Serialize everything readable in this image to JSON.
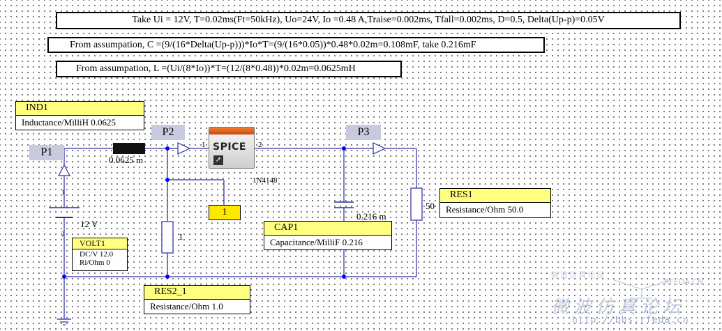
{
  "notes": {
    "line1": "Take Ui = 12V, T=0.02ms(Ft=50kHz), Uo=24V, Io =0.48 A,Traise=0.002ms, Tfall=0.002ms, D=0.5, Delta(Up-p)=0.05V",
    "line2": "From assumpation, C =(9/(16*Delta(Up-p)))*Io*T=(9/(16*0.05))*0.48*0.02m=0.108mF, take 0.216mF",
    "line3": "From assumpation, L =(Ui/(8*Io))*T=(12/(8*0.48))*0.02m=0.0625mH"
  },
  "ports": {
    "p1": "P1",
    "p2": "P2",
    "p3": "P3"
  },
  "components": {
    "ind1": {
      "title": "IND1",
      "param": "Inductance/MilliH 0.0625",
      "value_label": "0.0625 m"
    },
    "res1": {
      "title": "RES1",
      "param": "Resistance/Ohm 50.0",
      "value_label": "50"
    },
    "cap1": {
      "title": "CAP1",
      "param": "Capacitance/MilliF 0.216",
      "value_label": "0.216 m"
    },
    "res2": {
      "title": "RES2_1",
      "param": "Resistance/Ohm 1.0",
      "value_label": "1"
    },
    "volt1": {
      "title": "VOLT1",
      "dc": "DC/V  12.0",
      "ri": "Ri/Ohm    0",
      "value_label": "12 V"
    },
    "diode": {
      "label": "1N4148",
      "pin1": "1",
      "pin2": "2",
      "block_text": "SPICE"
    },
    "switch_box": {
      "value": "1"
    }
  },
  "pins": {
    "vpin1": "1",
    "vpin2": "2"
  },
  "watermark": {
    "site_cn": "微波仿真论坛",
    "url": "http://bbs.rfeda.cn",
    "brand": "RFEDA.CN",
    "tagline": "微波仿真论坛"
  },
  "colors": {
    "wire": "#2a2aa8",
    "node": "#0000ff",
    "label_yellow": "#ffff80",
    "port_bg": "#c8cbe0"
  }
}
